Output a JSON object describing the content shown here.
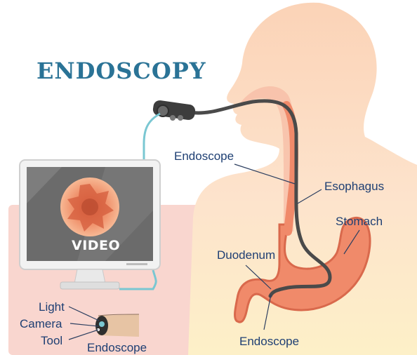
{
  "title": "ENDOSCOPY",
  "labels": {
    "endoscope_main": "Endoscope",
    "esophagus": "Esophagus",
    "stomach": "Stomach",
    "duodenum": "Duodenum",
    "endoscope_tip": "Endoscope",
    "light": "Light",
    "camera": "Camera",
    "tool": "Tool",
    "endoscope_detail": "Endoscope"
  },
  "monitor": {
    "screen_text": "VIDEO"
  },
  "colors": {
    "title": "#2a7396",
    "label": "#1e3f73",
    "skin": "#fbdcc4",
    "skin_light": "#fde9d8",
    "stomach": "#f08a6a",
    "stomach_dark": "#d9694c",
    "cable": "#4a4a4a",
    "cord": "#7ac7d2",
    "pink_panel": "#f7cfc8"
  }
}
